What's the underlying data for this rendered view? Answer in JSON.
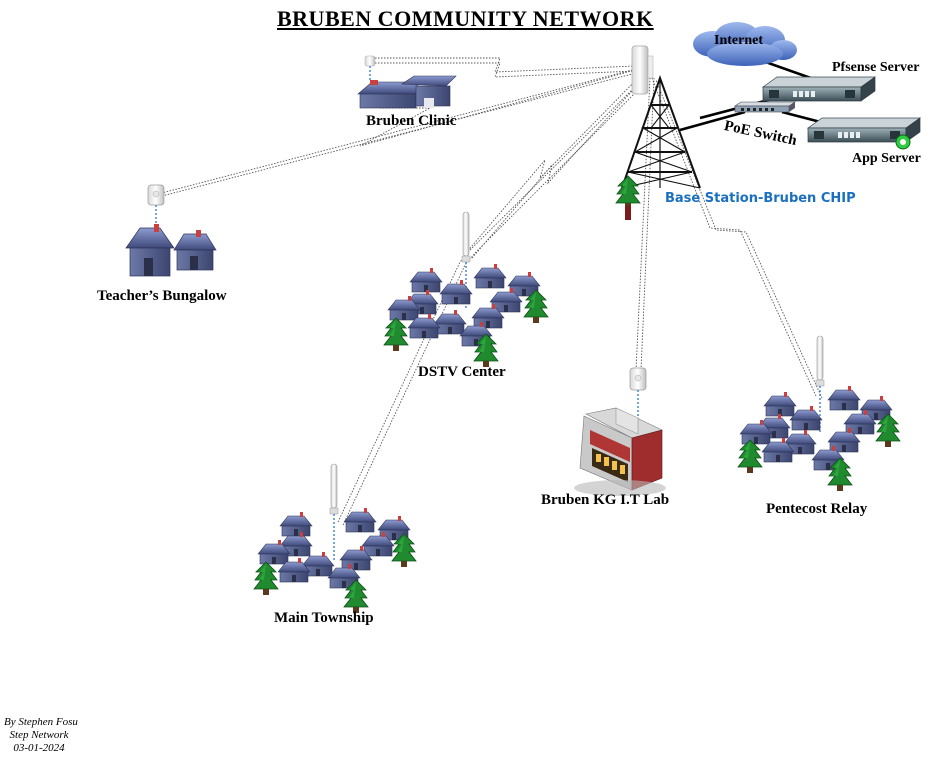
{
  "title": "BRUBEN COMMUNITY NETWORK",
  "nodes": {
    "internet": "Internet",
    "pfsense": "Pfsense Server",
    "poe_switch": "PoE Switch",
    "app_server": "App Server",
    "base_station": "Base Station-Bruben CHIP",
    "clinic": "Bruben Clinic",
    "bungalow": "Teacher’s Bungalow",
    "dstv": "DSTV Center",
    "lab": "Bruben KG I.T Lab",
    "pentecost": "Pentecost Relay",
    "township": "Main Township"
  },
  "credit": {
    "author": "By Stephen Fosu",
    "org": "Step Network",
    "date": "03-01-2024"
  },
  "colors": {
    "house_roof": "#5b6b9e",
    "house_wall": "#6f7ca8",
    "tree": "#1f8a2e",
    "cloud": "#5d84d6",
    "link_label": "#1a6fc0",
    "server": "#4d6470"
  },
  "icons": [
    "cloud-icon",
    "server-icon",
    "switch-icon",
    "tower-icon",
    "antenna-icon",
    "house-icon",
    "tree-icon",
    "lab-building-icon"
  ]
}
